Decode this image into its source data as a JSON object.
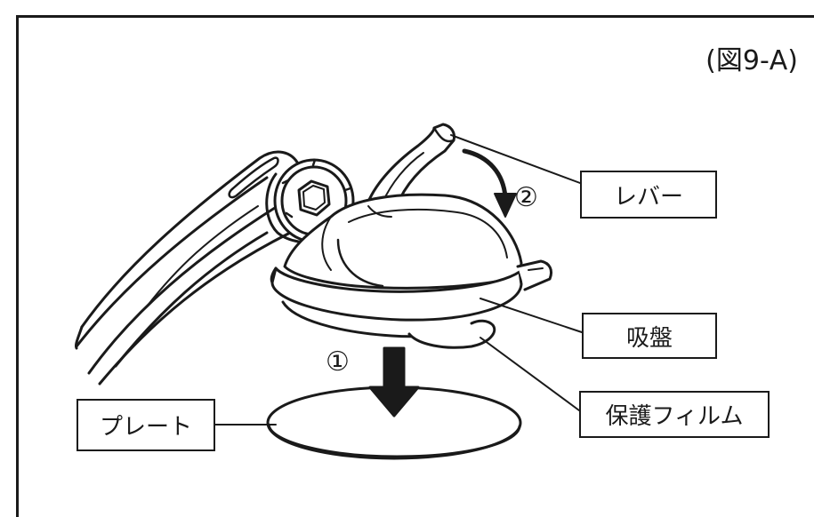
{
  "figure_label": "(図9-A)",
  "steps": {
    "step1": "①",
    "step2": "②"
  },
  "callouts": {
    "lever": "レバー",
    "suction_cup": "吸盤",
    "protective_film": "保護フィルム",
    "plate": "プレート"
  },
  "colors": {
    "line": "#1a1a1a",
    "fill": "#ffffff"
  }
}
